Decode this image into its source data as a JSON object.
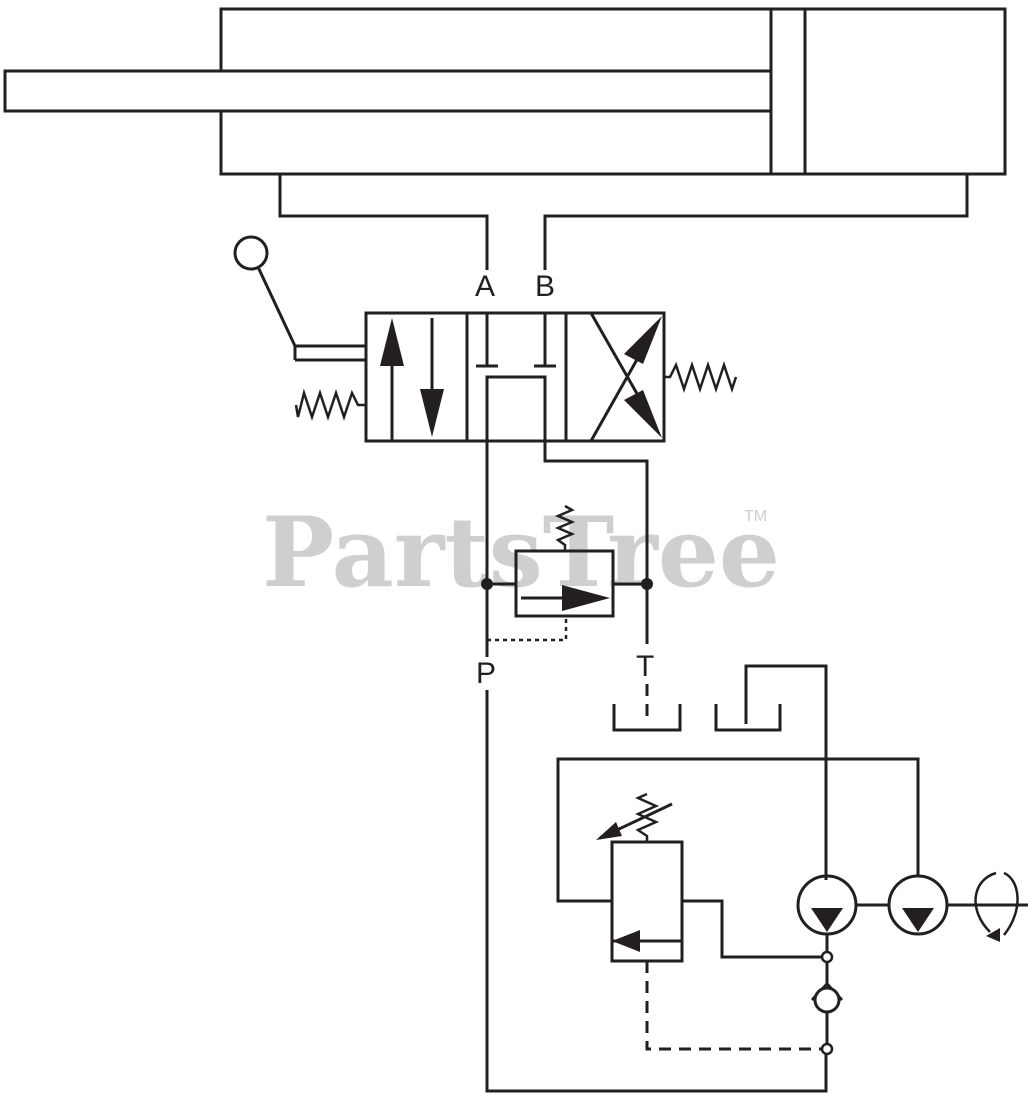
{
  "diagram": {
    "ports": {
      "a": "A",
      "b": "B",
      "p": "P",
      "t": "T"
    },
    "watermark": {
      "text": "PartsTree",
      "trademark": "TM"
    }
  }
}
